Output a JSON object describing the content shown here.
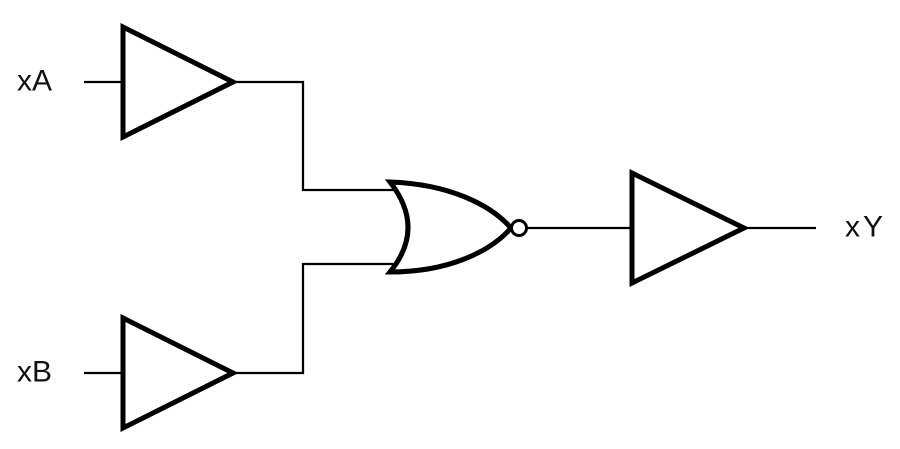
{
  "diagram": {
    "type": "logic-circuit-schematic",
    "background": "#ffffff",
    "line_color": "#000000",
    "labels": {
      "input_a": "xA",
      "input_b": "xB",
      "output": "xY"
    },
    "components": [
      {
        "id": "buffer-a",
        "type": "buffer",
        "input_net": "xA"
      },
      {
        "id": "buffer-b",
        "type": "buffer",
        "input_net": "xB"
      },
      {
        "id": "nor-1",
        "type": "nor",
        "inputs": [
          "buffer-a",
          "buffer-b"
        ]
      },
      {
        "id": "buffer-y",
        "type": "buffer",
        "input": "nor-1",
        "output_net": "xY"
      }
    ]
  }
}
